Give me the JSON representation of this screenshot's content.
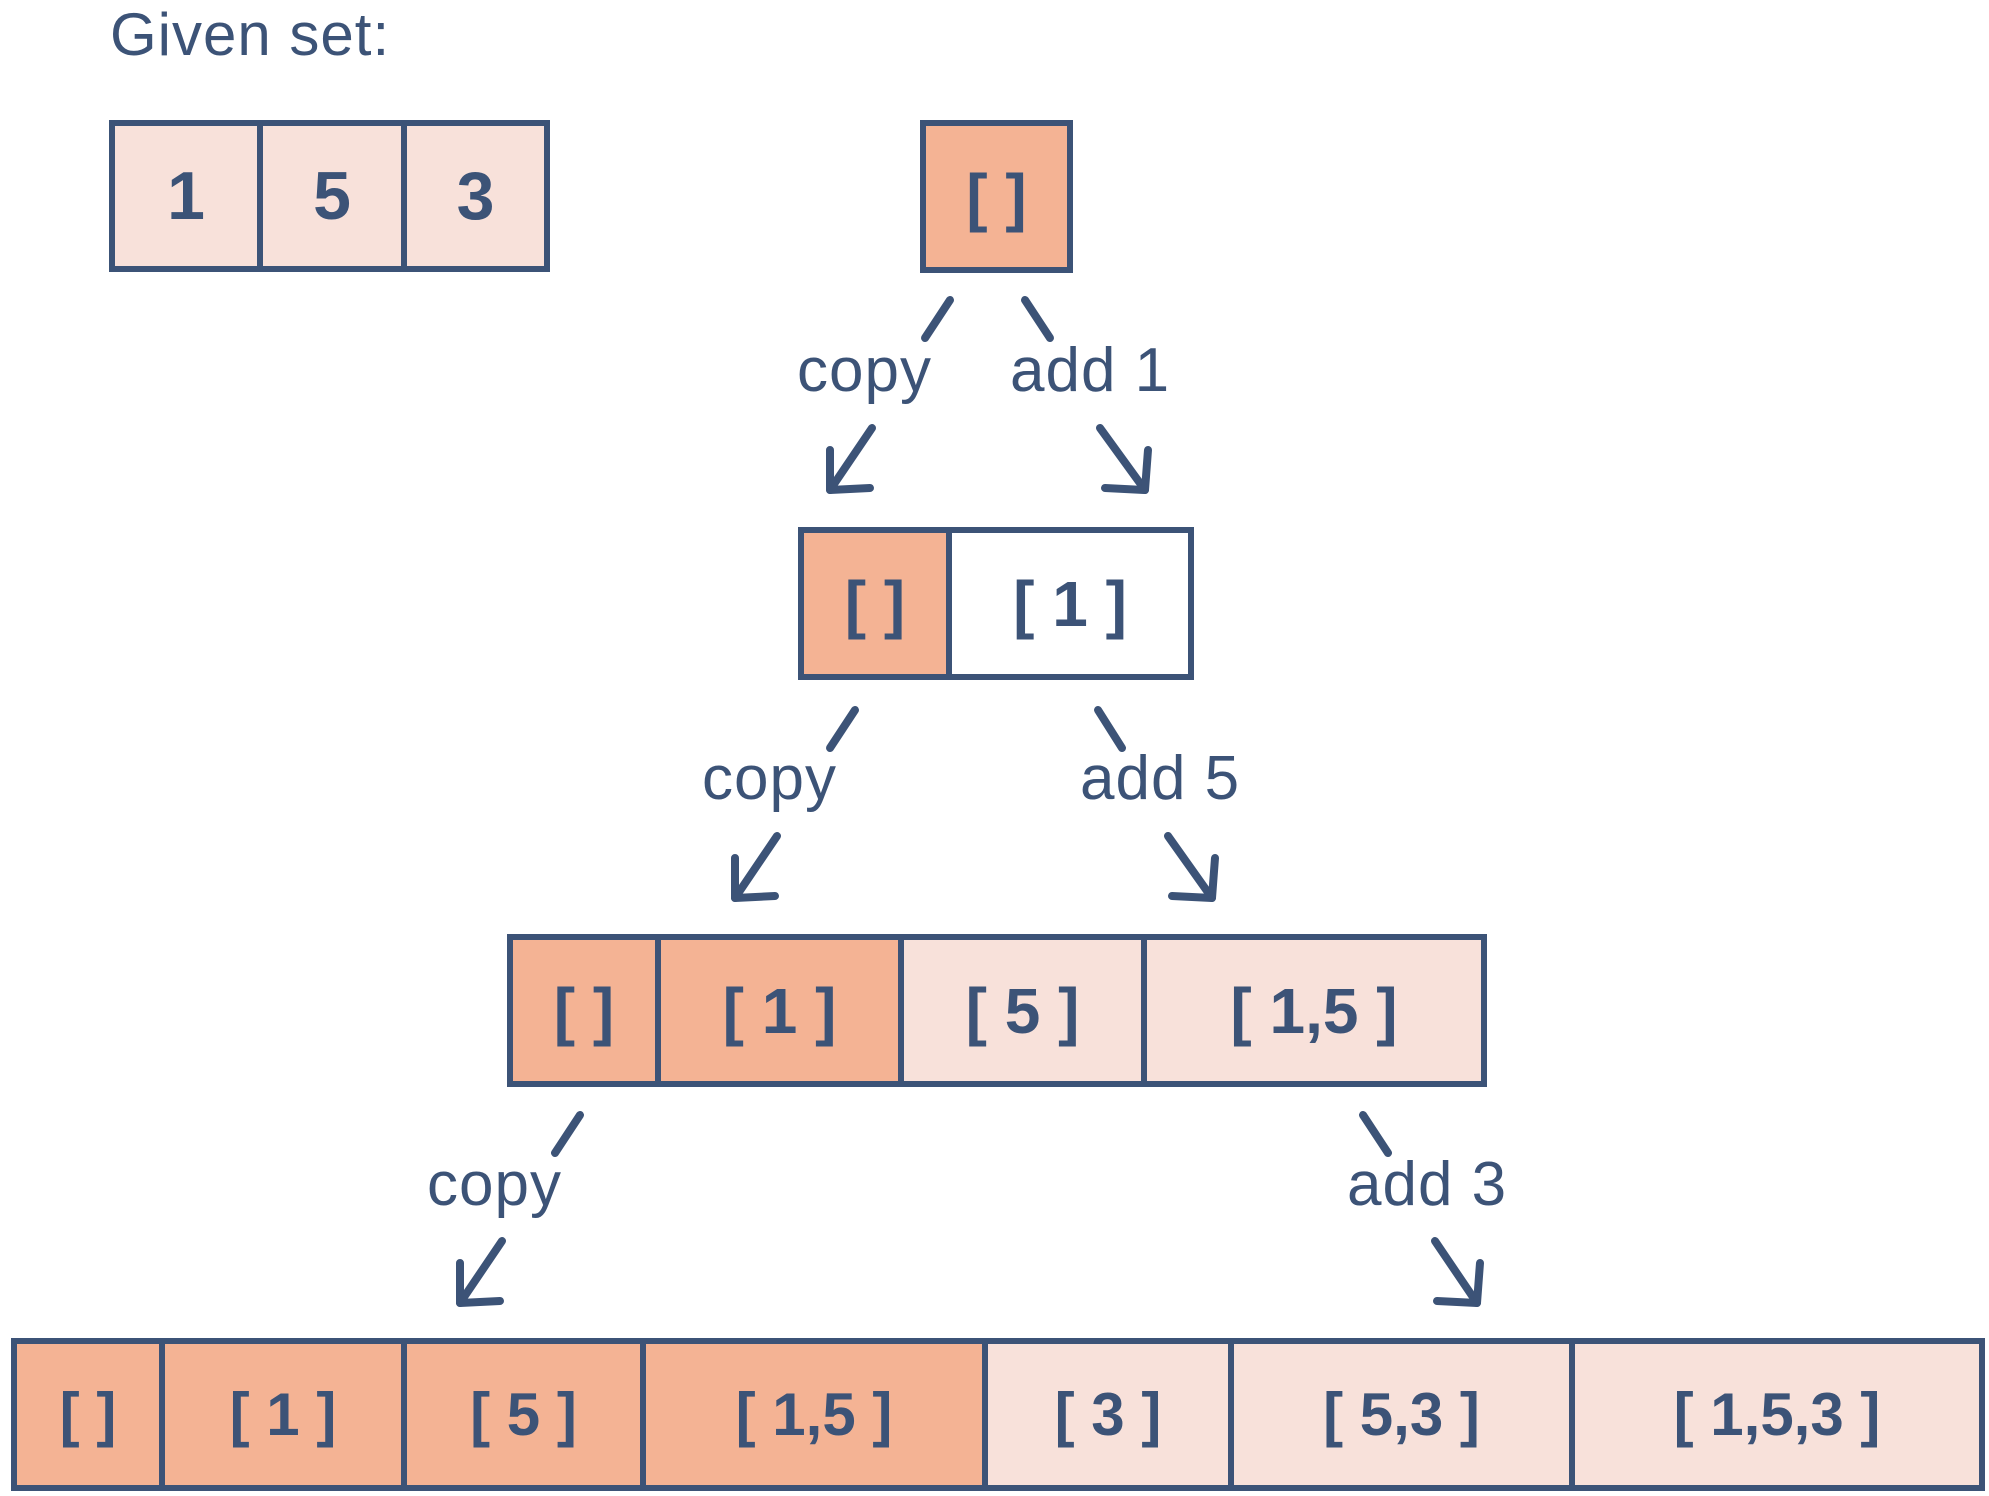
{
  "given_label": "Given set:",
  "given_set": [
    "1",
    "5",
    "3"
  ],
  "root": [
    "[ ]"
  ],
  "level1": [
    "[ ]",
    "[ 1 ]"
  ],
  "level2": [
    "[ ]",
    "[ 1 ]",
    "[ 5 ]",
    "[ 1,5 ]"
  ],
  "level3": [
    "[ ]",
    "[ 1 ]",
    "[ 5 ]",
    "[ 1,5 ]",
    "[ 3 ]",
    "[ 5,3 ]",
    "[ 1,5,3 ]"
  ],
  "edges": {
    "copy_label": "copy",
    "add_labels": [
      "add 1",
      "add 5",
      "add 3"
    ]
  },
  "colors": {
    "stroke": "#3c5377",
    "copied": "#f4b394",
    "added_new": "#f8e1da",
    "empty_new": "#ffffff"
  }
}
